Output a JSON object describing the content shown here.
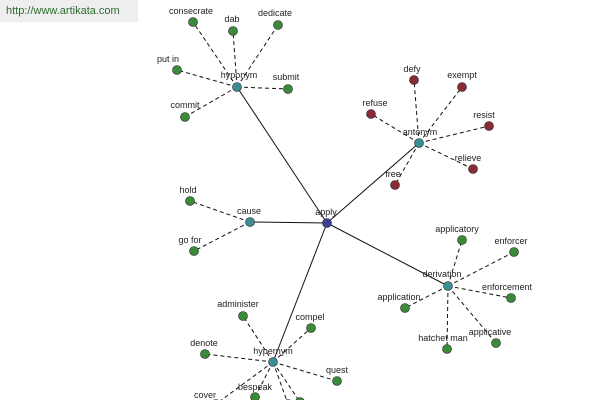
{
  "source_url": "http://www.artikata.com",
  "colors": {
    "center": "#3b3f9a",
    "category": "#3c8c94",
    "synonym": "#3a8a3a",
    "antonym": "#8a2a36",
    "line": "#111111"
  },
  "center": {
    "label": "apply"
  },
  "groups": [
    {
      "label": "hyponym",
      "leaves": [
        "consecrate",
        "dab",
        "dedicate",
        "put in",
        "submit",
        "commit"
      ]
    },
    {
      "label": "antonym",
      "leaves": [
        "defy",
        "exempt",
        "refuse",
        "resist",
        "relieve",
        "free"
      ]
    },
    {
      "label": "cause",
      "leaves": [
        "hold",
        "go for"
      ]
    },
    {
      "label": "derivation",
      "leaves": [
        "applicatory",
        "enforcer",
        "application",
        "enforcement",
        "hatchet man",
        "applicative"
      ]
    },
    {
      "label": "hypernym",
      "leaves": [
        "administer",
        "compel",
        "denote",
        "quest",
        "cover",
        "bespeak",
        "",
        ""
      ]
    }
  ]
}
